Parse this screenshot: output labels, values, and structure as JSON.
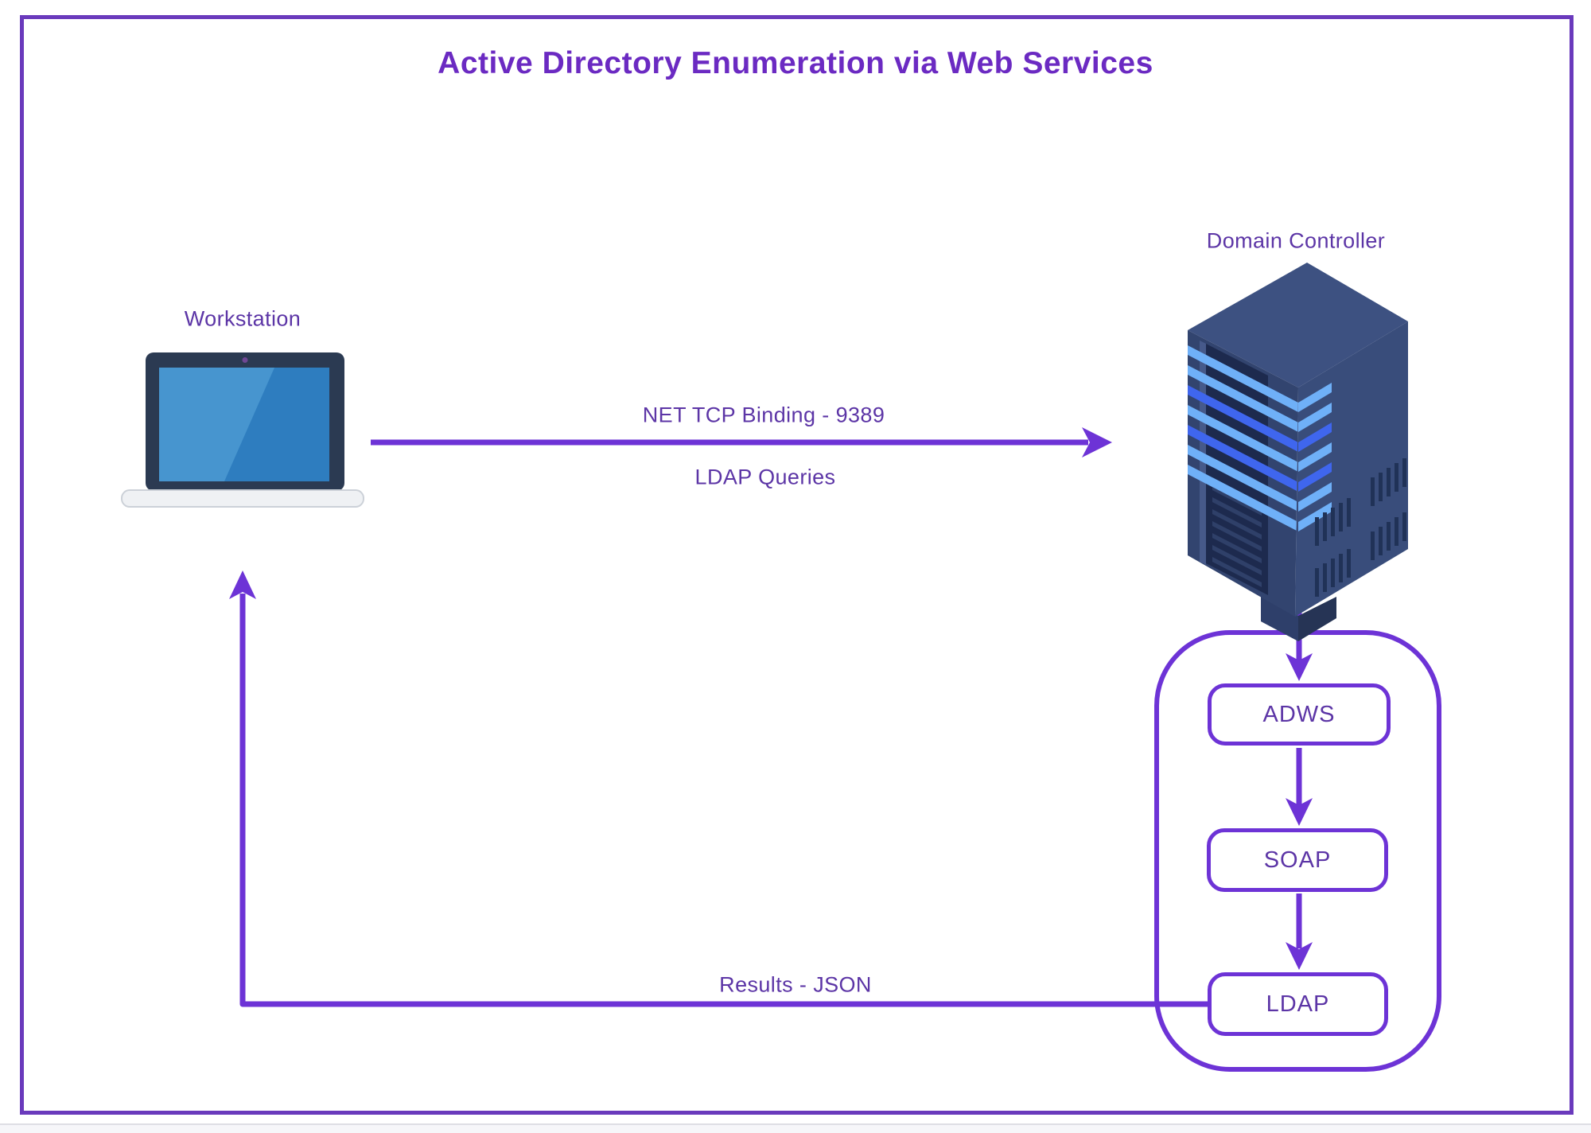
{
  "title": "Active Directory Enumeration via Web Services",
  "nodes": {
    "workstation": {
      "label": "Workstation"
    },
    "domain_controller": {
      "label": "Domain Controller"
    }
  },
  "flows": {
    "request": {
      "label_top": "NET TCP Binding - 9389",
      "label_bottom": "LDAP Queries",
      "direction": "workstation-to-domain-controller"
    },
    "response": {
      "label": "Results - JSON",
      "direction": "ldap-to-workstation"
    }
  },
  "service_stack": {
    "items": [
      {
        "label": "ADWS"
      },
      {
        "label": "SOAP"
      },
      {
        "label": "LDAP"
      }
    ]
  },
  "colors": {
    "accent_purple": "#6d33d6",
    "frame_border_purple": "#6a3abc",
    "title_purple": "#6b2ac2",
    "label_purple": "#5c35a6",
    "server_top_face": "#3d5181",
    "server_right_face": "#394d7b",
    "server_left_face": "#32446f",
    "server_recess_dark": "#1d2a4e",
    "server_stripe_light_blue": "#6fb0f8",
    "server_stripe_bright_blue": "#3f66ee",
    "laptop_bezel": "#2b3a52",
    "laptop_screen_dark": "#2e7dbf",
    "laptop_screen_light": "#4795cf",
    "laptop_base": "#eff1f4"
  }
}
